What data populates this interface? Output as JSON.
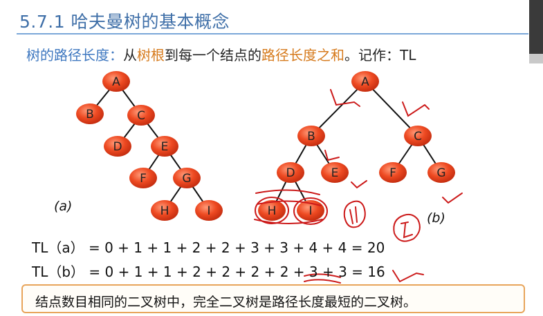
{
  "title": "5.7.1 哈夫曼树的基本概念",
  "definition": {
    "term": "树的路径长度",
    "colon": "：",
    "part1": "从",
    "root": "树根",
    "part2": "到每一个结点的",
    "sum": "路径长度之和",
    "part3": "。记作：TL"
  },
  "tree_a": {
    "label": "(a)",
    "nodes": [
      "A",
      "B",
      "C",
      "D",
      "E",
      "F",
      "G",
      "H",
      "I"
    ]
  },
  "tree_b": {
    "label": "(b)",
    "nodes": [
      "A",
      "B",
      "C",
      "D",
      "E",
      "F",
      "G",
      "H",
      "I"
    ]
  },
  "formula_a": "TL（a） = 0 + 1 + 1 + 2 + 2 + 3 + 3 + 4 + 4 = 20",
  "formula_b": "TL（b） = 0 + 1 + 1 + 2 + 2 + 2 + 2 + 3 + 3 = 16",
  "conclusion": "结点数目相同的二叉树中，完全二叉树是路径长度最短的二叉树。",
  "colors": {
    "node_fill": "#e8431c",
    "node_fill_light": "#f47a55",
    "edge": "#111111",
    "annotation": "#cc1a1a",
    "title": "#3f6fa8"
  }
}
